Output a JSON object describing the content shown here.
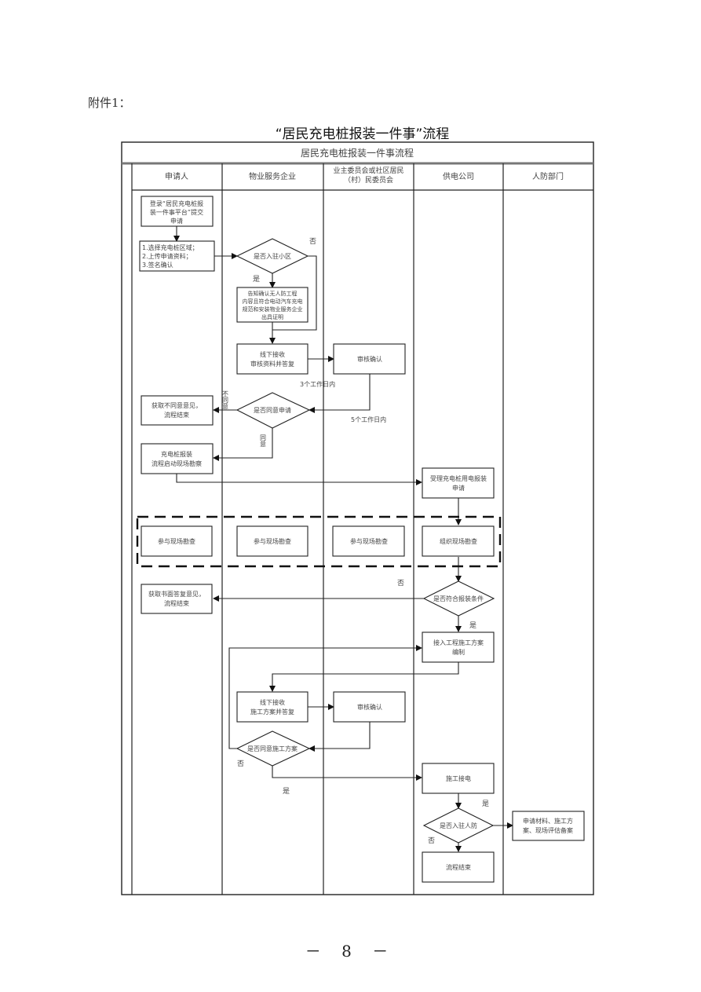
{
  "attachment_label": "附件1：",
  "document_title": "“居民充电桩报装一件事”流程",
  "page_number": "－ 8 －",
  "flowchart": {
    "title": "居民充电桩报装一件事流程",
    "lanes": [
      "申请人",
      "物业服务企业",
      "业主委员会或社区居民（村）民委员会",
      "供电公司",
      "人防部门"
    ],
    "nodes": {
      "n1": [
        "登录“居民充电桩报",
        "装一件事平台”提交",
        "申请"
      ],
      "n2": [
        "1.选择充电桩区域；",
        "2.上传申请资料；",
        "3.签名确认"
      ],
      "d1": [
        "是否入驻小区"
      ],
      "n3": [
        "告知确认无人防工程",
        "内容且符合电动汽车充电",
        "规范和安装物业服务企业",
        "出具证明"
      ],
      "n4": [
        "线下接收",
        "审核资料并答复"
      ],
      "n5": [
        "审核确认"
      ],
      "d2": [
        "是否同意申请"
      ],
      "n6": [
        "获取不同意意见，",
        "流程结束"
      ],
      "n7": [
        "充电桩报装",
        "流程启动现场勘察"
      ],
      "n8": [
        "受理充电桩用电报装",
        "申请"
      ],
      "n9": [
        "参与现场勘查"
      ],
      "n10": [
        "参与现场勘查"
      ],
      "n11": [
        "参与现场勘查"
      ],
      "n12": [
        "组织现场勘查"
      ],
      "d3": [
        "是否符合报装条件"
      ],
      "n13": [
        "获取书面答复意见，",
        "流程结束"
      ],
      "n14": [
        "接入工程施工方案",
        "编制"
      ],
      "n15": [
        "线下接收",
        "施工方案并答复"
      ],
      "n16": [
        "审核确认"
      ],
      "d4": [
        "是否同意施工方案"
      ],
      "n17": [
        "施工接电"
      ],
      "d5": [
        "是否入驻人防"
      ],
      "n18": [
        "申请材料、施工方",
        "案、现场评估备案"
      ],
      "n19": [
        "流程结束"
      ]
    },
    "labels": {
      "no": "否",
      "yes": "是",
      "agree": "同意",
      "disagree": "不同意",
      "within_3_days": "3个工作日内",
      "within_5_days": "5个工作日内"
    }
  }
}
